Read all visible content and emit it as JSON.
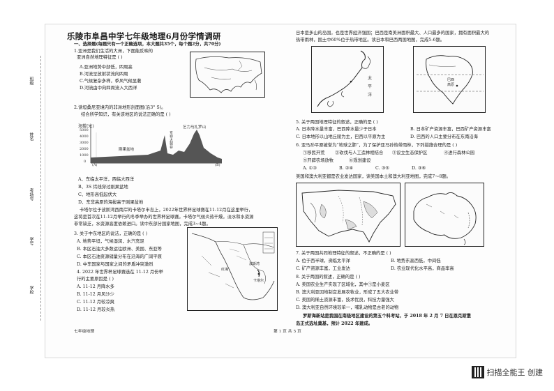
{
  "header": {
    "title": "乐陵市阜昌中学七年级地理6月份学情调研"
  },
  "section1": {
    "heading": "一、选择题(每题只有一个正确选项，本大题共35个，每个题2分，共70分)"
  },
  "left": {
    "q1": {
      "stem_1": "1.亚洲是我们生活的大洲，下面能反映的",
      "stem_2": "亚洲自然地理特征是 (      )",
      "options": [
        "A.亚洲地势中部低，四周高",
        "B.河流呈放射状流向四周",
        "C.气候复杂多样，季风气候显著",
        "D.河流由中向四周流入大西洋"
      ]
    },
    "q2": {
      "stem_1": "2.读坦桑尼亚境内的非洲地形剖面图(沿3° S)。",
      "stem_2": "结合所学知识，有关该地区的说法正确的是 (      )",
      "profile_labels": {
        "ylabel": "海拔(米)",
        "ticks": [
          "5000",
          "4000",
          "3000",
          "2000",
          "1000",
          "0"
        ],
        "peak": "乞力马扎罗山",
        "basin": "刚果盆地",
        "rift": "东非大裂谷",
        "left_label": "刚果",
        "left_mark": "(A)",
        "right_mark": "(B)"
      },
      "options": [
        "A、东临太平洋，西临大西洋",
        "B、3S 纬线穿过刚果盆地",
        "C、地形高低起伏大",
        "D、东非高原的海拔高于刚果盆地"
      ]
    },
    "q34_intro": [
      "卡塔尔位于波斯湾西南岸的卡塔尔半岛上，2022年世界杯足球赛在11-12月在这里举行，",
      "这将是首次在11-12月举行的冬季举办的世界杯足球赛。卡塔尔气候炎热干燥，淡水和水资源",
      "非常缺乏，水资源高度依赖进口。读中东部分国家地图，完成3~4题。"
    ],
    "q3": {
      "stem": "3. 关于中东地区的说法，正确的是 (      )",
      "options": [
        "A. 地势平坦，气候湿润，水汽充足",
        "B. 本区石油大多数运往欧洲、美国、东亚等",
        "C. 本区石油资源储量分布在沿海的广阔平原",
        "D. 中东国家与国家之间的矛盾冲突激烈"
      ]
    },
    "q4": {
      "stem_1": "4. 2022 年世界杯足球赛选在 11-12 月份举",
      "stem_2": "行的主要原因是 (      )",
      "options": [
        "A. 11-12 月降水多",
        "B. 11-12 月风沙少",
        "C. 11-12 月较凉爽",
        "D. 11-12 月较炎热"
      ]
    },
    "map_mideast_labels": [
      "红海",
      "波斯湾",
      "卡塔尔"
    ],
    "footer_left": "七年级地理"
  },
  "right": {
    "intro": [
      "日本是多山的岛国，也是世界经济强国；巴西是南美洲面积最大、人口最多的国家，拥有面积最大的",
      "热带雨林，国土中60%位于热带地区。读日本和巴西两国地图，完成5-6题。"
    ],
    "map_japan_labels": [
      "太",
      "平",
      "洋"
    ],
    "map_brazil_labels": [
      "巴西",
      "高原"
    ],
    "q5": {
      "stem": "5. 关于两国地理特征的叙述，正确的是 (      )",
      "options": [
        "A. 日本降水量丰富，巴西降水量少于日本",
        "B. 日本矿产资源丰富，巴西矿产资源丰富",
        "C. 日本地形以山地丘陵为主，巴西以平原为主",
        "D. 巴西的人口主要分布在东南沿海"
      ]
    },
    "q6": {
      "stem_1": "6. 亚马孙平原被誉为“地球之肺”，为了保护亚马孙热带雨林，下列措施合理的是 (      )",
      "items": [
        "①移民开荒",
        "②砍伐与人工造林相结合",
        "③设立生态保护区",
        "④进行森林公园",
        "⑤开辟农场放牧",
        "⑥规划建设"
      ],
      "options": [
        "A. ①③",
        "B. ②④",
        "C. ③⑤",
        "D. ③⑥"
      ]
    },
    "q78_intro": "美国和澳大利亚都是农业发达国家，读美国本土和澳大利亚地图，完成7～8题。",
    "q7": {
      "stem": "7. 关于两国共同地理特征的叙述，不正确的是 (      )",
      "options": [
        "A. 位于西半球，濒临太平洋",
        "B. 地势东高西低，中间低",
        "C. 矿产资源丰富，工业发达",
        "D. 农业现代化水平高，商品率高"
      ]
    },
    "q8": {
      "stem": "8. 关于两国的叙述，正确的是 (      )",
      "options": [
        "A. 美国农业生产实现了区域化，其中①是小麦区",
        "B. 澳大利亚因地制宜发展农牧业，形成了五大农业带",
        "C. 美国的稀土资源丰富，技术优良，科技力量强大",
        "D. 澳大利亚自然环境较单一，哺乳动物是古老的动物"
      ]
    },
    "q9_intro_1": "罗斯海新站是我国在南极地区建设的第五个科考站，于 2018 年 2 月 7 日在恩克斯堡",
    "q9_intro_2": "岛正式选址奠基，预计 2022 年建成。",
    "footer_page": "第 1 页 共 5 页"
  },
  "binding": {
    "labels": [
      "班级",
      "姓名",
      "考场号",
      "学号",
      "学校"
    ]
  },
  "watermark": {
    "text": "扫描全能王 创建"
  }
}
